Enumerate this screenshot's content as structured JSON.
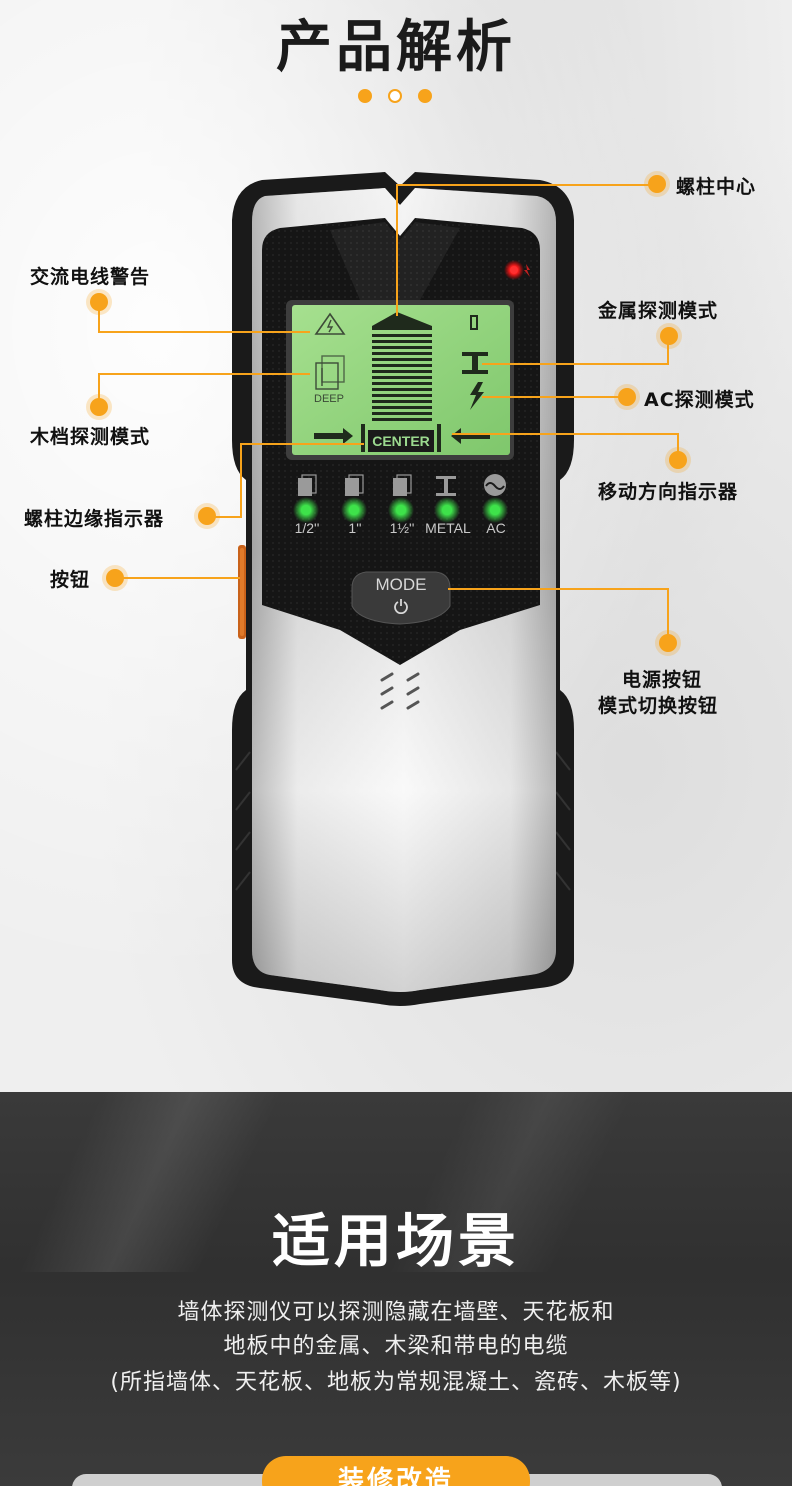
{
  "section1": {
    "title": "产品解析"
  },
  "callouts": {
    "stud_center": "螺柱中心",
    "ac_warning": "交流电线警告",
    "metal_mode": "金属探测模式",
    "wood_mode": "木档探测模式",
    "ac_mode": "AC探测模式",
    "move_direction": "移动方向指示器",
    "stud_edge": "螺柱边缘指示器",
    "button": "按钮",
    "power_button_line1": "电源按钮",
    "power_button_line2": "模式切换按钮"
  },
  "device": {
    "lcd_deep": "DEEP",
    "lcd_center": "CENTER",
    "leds": [
      {
        "label": "1/2''"
      },
      {
        "label": "1''"
      },
      {
        "label": "1½''"
      },
      {
        "label": "METAL"
      },
      {
        "label": "AC"
      }
    ],
    "mode_button": "MODE"
  },
  "section2": {
    "title": "适用场景",
    "desc_line1": "墙体探测仪可以探测隐藏在墙壁、天花板和",
    "desc_line2": "地板中的金属、木梁和带电的电缆",
    "desc_line3": "(所指墙体、天花板、地板为常规混凝土、瓷砖、木板等)",
    "scene_tab": "装修改造"
  },
  "colors": {
    "accent": "#f7a31b",
    "lcd_green": "#8fd17d",
    "led_green": "#3ee24a",
    "dark_bg": "#333333"
  }
}
